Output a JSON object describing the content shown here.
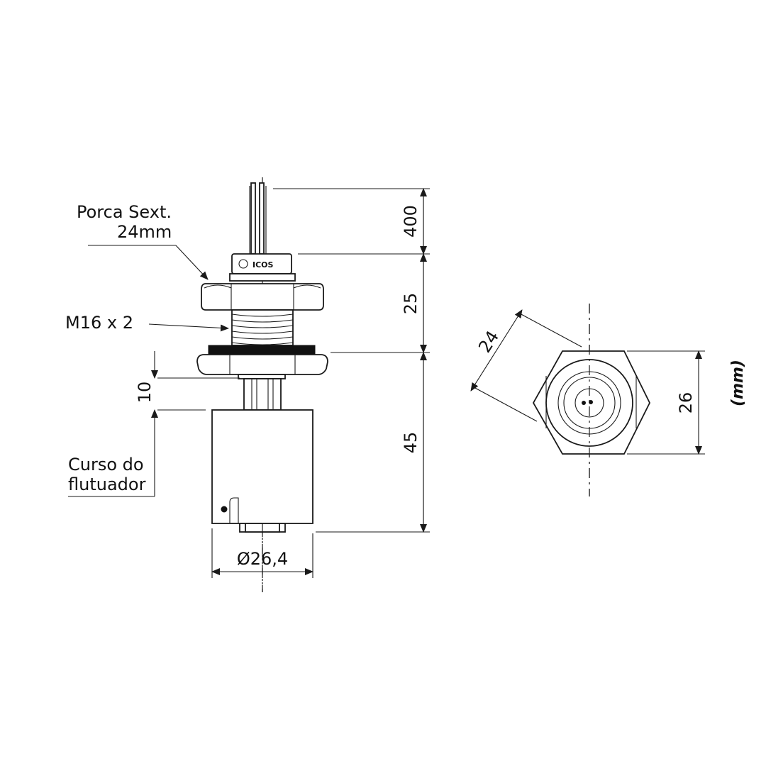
{
  "labels": {
    "nut_line1": "Porca Sext.",
    "nut_line2": "24mm",
    "thread": "M16 x 2",
    "stroke_line1": "Curso do",
    "stroke_line2": "flutuador"
  },
  "dimensions": {
    "cable": "400",
    "body": "25",
    "float_length": "45",
    "gap": "10",
    "diameter": "Ø26,4",
    "hex_flat": "24",
    "hex_height": "26"
  },
  "unit": "(mm)",
  "colors": {
    "line": "#1a1a1a",
    "seal": "#111111"
  }
}
